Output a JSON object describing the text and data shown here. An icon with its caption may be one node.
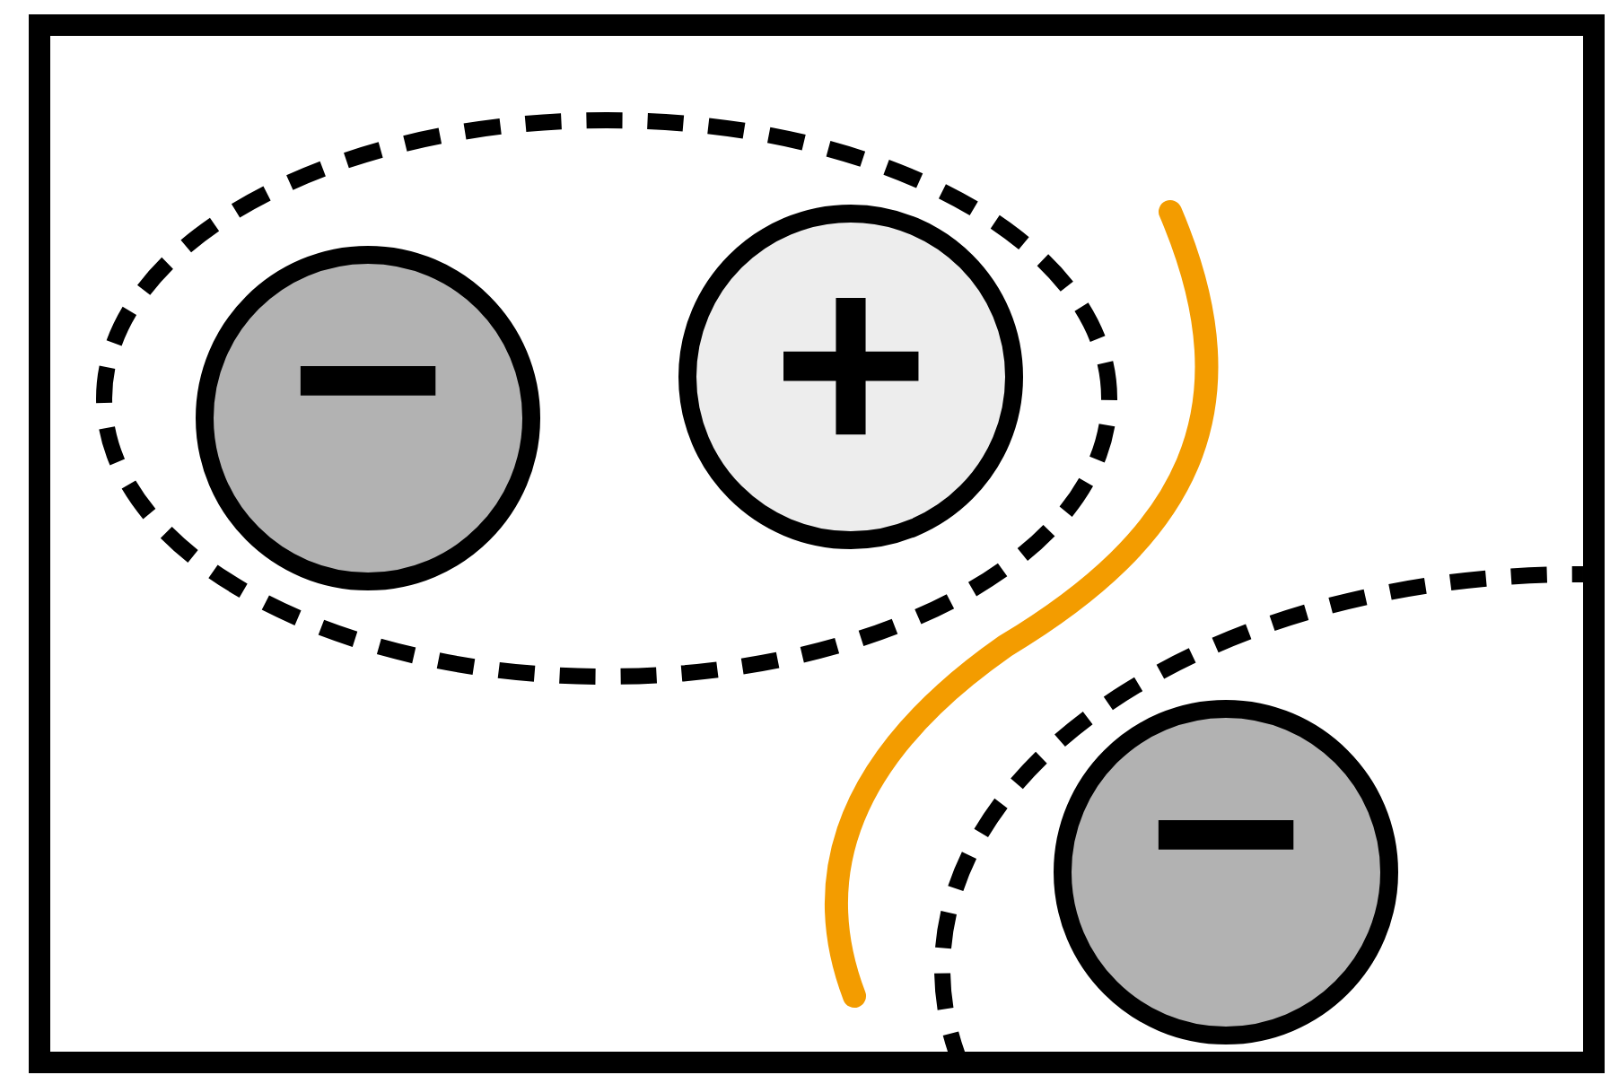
{
  "diagram": {
    "nodes": [
      {
        "text": [],
        "shape": "ellipse"
      },
      {
        "text": [
          "−"
        ],
        "in": 0
      },
      {
        "text": [
          "+"
        ],
        "in": 0
      },
      {
        "text": [],
        "shape": "ellipse"
      },
      {
        "text": [
          "−"
        ],
        "in": 3
      }
    ]
  }
}
